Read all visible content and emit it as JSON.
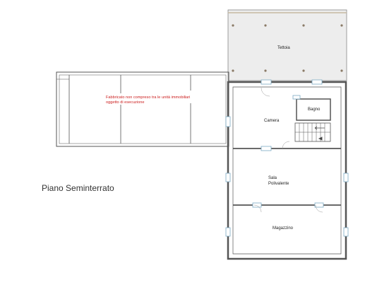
{
  "diagram": {
    "floor_name": "Piano Seminterrato",
    "note_red": "Fabbricato non compreso tra le unità immobiliari oggetto di esecuzione",
    "rooms": {
      "tettoia": "Tettoia",
      "bagno": "Bagno",
      "camera": "Camera",
      "sala_polivalente": "Sala Polivalente",
      "magazzino": "Magazzino"
    },
    "colors": {
      "line": "#555555",
      "note": "#cc1f1f"
    }
  }
}
